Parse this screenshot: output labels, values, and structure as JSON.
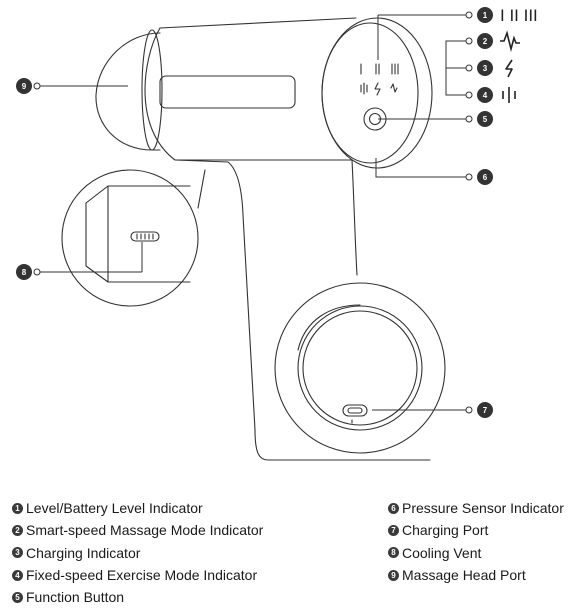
{
  "callouts": [
    {
      "number": "1",
      "icon": "level-bars-icon",
      "icon_text": "I  II  III"
    },
    {
      "number": "2",
      "icon": "smart-speed-wave-icon"
    },
    {
      "number": "3",
      "icon": "charging-bolt-icon"
    },
    {
      "number": "4",
      "icon": "fixed-speed-bars-icon"
    },
    {
      "number": "5"
    },
    {
      "number": "6"
    },
    {
      "number": "7"
    },
    {
      "number": "8"
    },
    {
      "number": "9"
    }
  ],
  "legend": {
    "left": [
      {
        "number": "1",
        "label": "Level/Battery Level Indicator"
      },
      {
        "number": "2",
        "label": "Smart-speed Massage Mode Indicator"
      },
      {
        "number": "3",
        "label": "Charging Indicator"
      },
      {
        "number": "4",
        "label": "Fixed-speed Exercise Mode Indicator"
      },
      {
        "number": "5",
        "label": "Function Button"
      }
    ],
    "right": [
      {
        "number": "6",
        "label": "Pressure Sensor Indicator"
      },
      {
        "number": "7",
        "label": "Charging Port"
      },
      {
        "number": "8",
        "label": "Cooling Vent"
      },
      {
        "number": "9",
        "label": "Massage Head Port"
      }
    ]
  }
}
